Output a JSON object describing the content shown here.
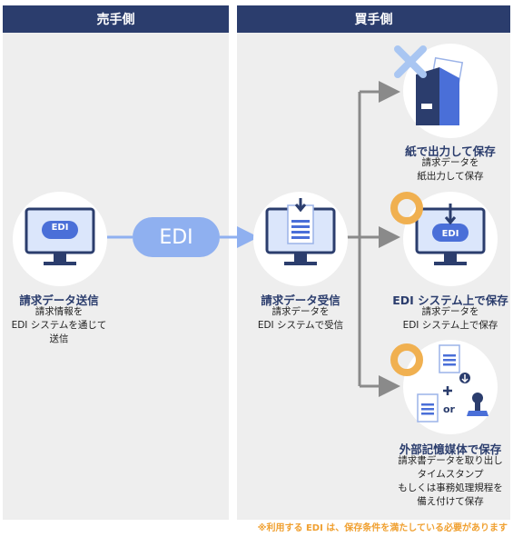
{
  "seller": {
    "header": "売手側",
    "send": {
      "monitor_label": "EDI",
      "title": "請求データ送信",
      "desc_lines": [
        "請求情報を",
        "EDI システムを通じて",
        "送信"
      ]
    }
  },
  "edi_pill": "EDI",
  "buyer": {
    "header": "買手側",
    "receive": {
      "title": "請求データ受信",
      "desc_lines": [
        "請求データを",
        "EDI システムで受信"
      ]
    },
    "options": [
      {
        "title": "紙で出力して保存",
        "desc_lines": [
          "請求データを",
          "紙出力して保存"
        ],
        "status": "cross"
      },
      {
        "title": "EDI システム上で保存",
        "desc_lines": [
          "請求データを",
          "EDI システム上で保存"
        ],
        "status": "ok",
        "monitor_label": "EDI"
      },
      {
        "title": "外部記憶媒体で保存",
        "desc_lines": [
          "請求書データを取り出し",
          "タイムスタンプ",
          "もしくは事務処理規程を",
          "備え付けて保存"
        ],
        "status": "ok",
        "or_label": "or"
      }
    ]
  },
  "footnote": "※利用する EDI は、保存条件を満たしている必要があります",
  "colors": {
    "navy": "#2b3d6d",
    "blue": "#4a6fd8",
    "lightblue": "#8fb0f0",
    "orange": "#f0a030",
    "gray": "#8a8a8a"
  }
}
